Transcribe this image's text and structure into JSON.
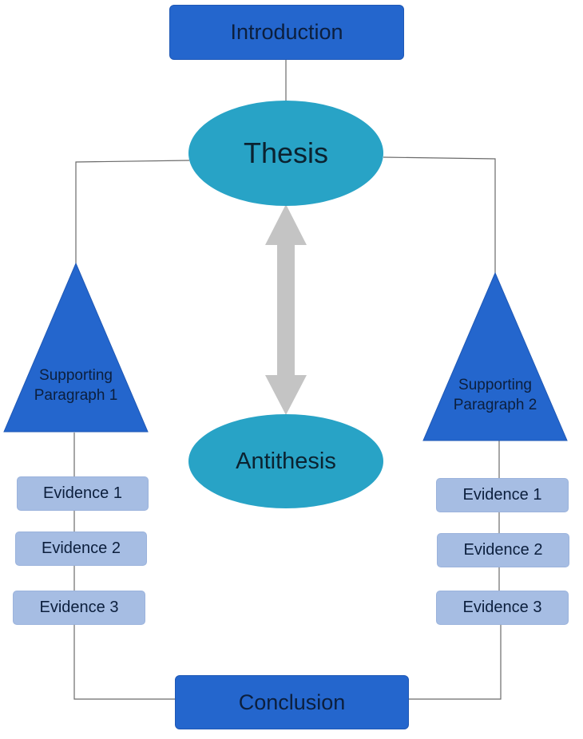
{
  "nodes": {
    "introduction": "Introduction",
    "thesis": "Thesis",
    "antithesis": "Antithesis",
    "conclusion": "Conclusion",
    "left_paragraph": {
      "line1": "Supporting",
      "line2": "Paragraph 1"
    },
    "right_paragraph": {
      "line1": "Supporting",
      "line2": "Paragraph 2"
    },
    "left_evidence": [
      "Evidence 1",
      "Evidence 2",
      "Evidence 3"
    ],
    "right_evidence": [
      "Evidence 1",
      "Evidence 2",
      "Evidence 3"
    ]
  },
  "colors": {
    "dark_blue": "#2466cd",
    "teal": "#28a3c6",
    "light_blue": "#a6bde3",
    "arrow_gray": "#c4c4c4",
    "line_gray": "#6b6b6b"
  }
}
